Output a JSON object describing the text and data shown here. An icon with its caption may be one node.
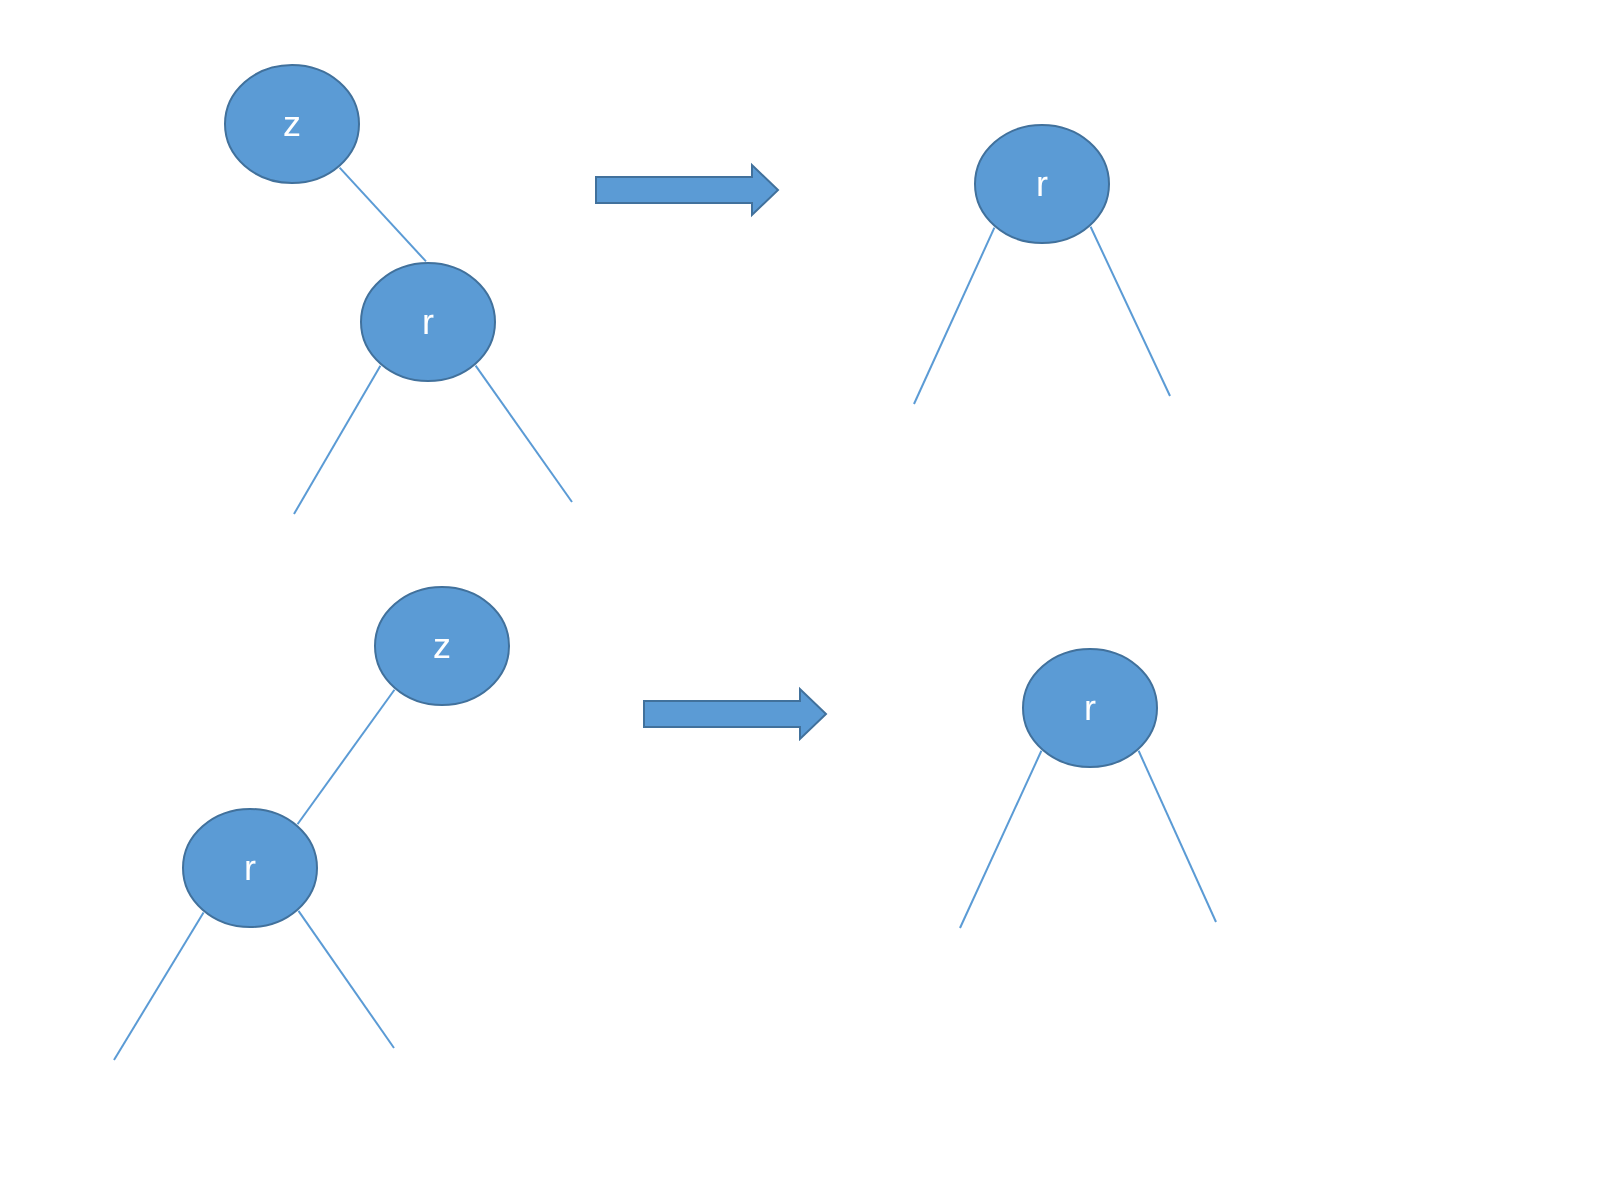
{
  "diagram": {
    "nodes": [
      {
        "text": [
          "z"
        ]
      },
      {
        "text": [
          "r"
        ]
      },
      {
        "text": [
          "r"
        ]
      },
      {
        "text": [
          "z"
        ]
      },
      {
        "text": [
          "r"
        ]
      },
      {
        "text": [
          "r"
        ]
      }
    ],
    "edges": [
      {
        "from": 0,
        "to": 1,
        "arrow": "none"
      },
      {
        "from": 1,
        "to": null,
        "arrow": "none"
      },
      {
        "from": 1,
        "to": null,
        "arrow": "none"
      },
      {
        "from": 2,
        "to": null,
        "arrow": "none"
      },
      {
        "from": 2,
        "to": null,
        "arrow": "none"
      },
      {
        "from": 3,
        "to": 4,
        "arrow": "none"
      },
      {
        "from": 4,
        "to": null,
        "arrow": "none"
      },
      {
        "from": 4,
        "to": null,
        "arrow": "none"
      },
      {
        "from": 5,
        "to": null,
        "arrow": "none"
      },
      {
        "from": 5,
        "to": null,
        "arrow": "none"
      }
    ]
  }
}
